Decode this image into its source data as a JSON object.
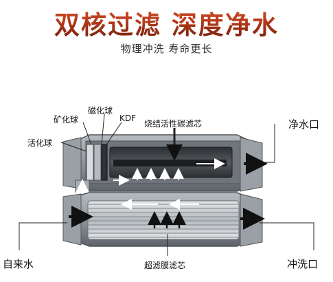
{
  "header": {
    "title": "双核过滤 深度净水",
    "subtitle": "物理冲洗 寿命更长"
  },
  "labels": {
    "mineral_ball": "矿化球",
    "magnetic_ball": "磁化球",
    "kdf": "KDF",
    "activated_ball": "活化球",
    "carbon_core": "烧结活性碳滤芯",
    "pure_water_outlet": "净水口",
    "tap_water": "自来水",
    "uf_core": "超滤膜滤芯",
    "flush_outlet": "冲洗口"
  },
  "colors": {
    "title_gradient_top": "#d4552a",
    "title_gradient_bottom": "#6e1f0c",
    "housing": "#8e949a",
    "housing_dark": "#5d6368",
    "carbon_core": "#3a3d41",
    "membrane": "#c7cbcf",
    "arrow": "#111111",
    "flow_arrow": "#ffffff"
  }
}
